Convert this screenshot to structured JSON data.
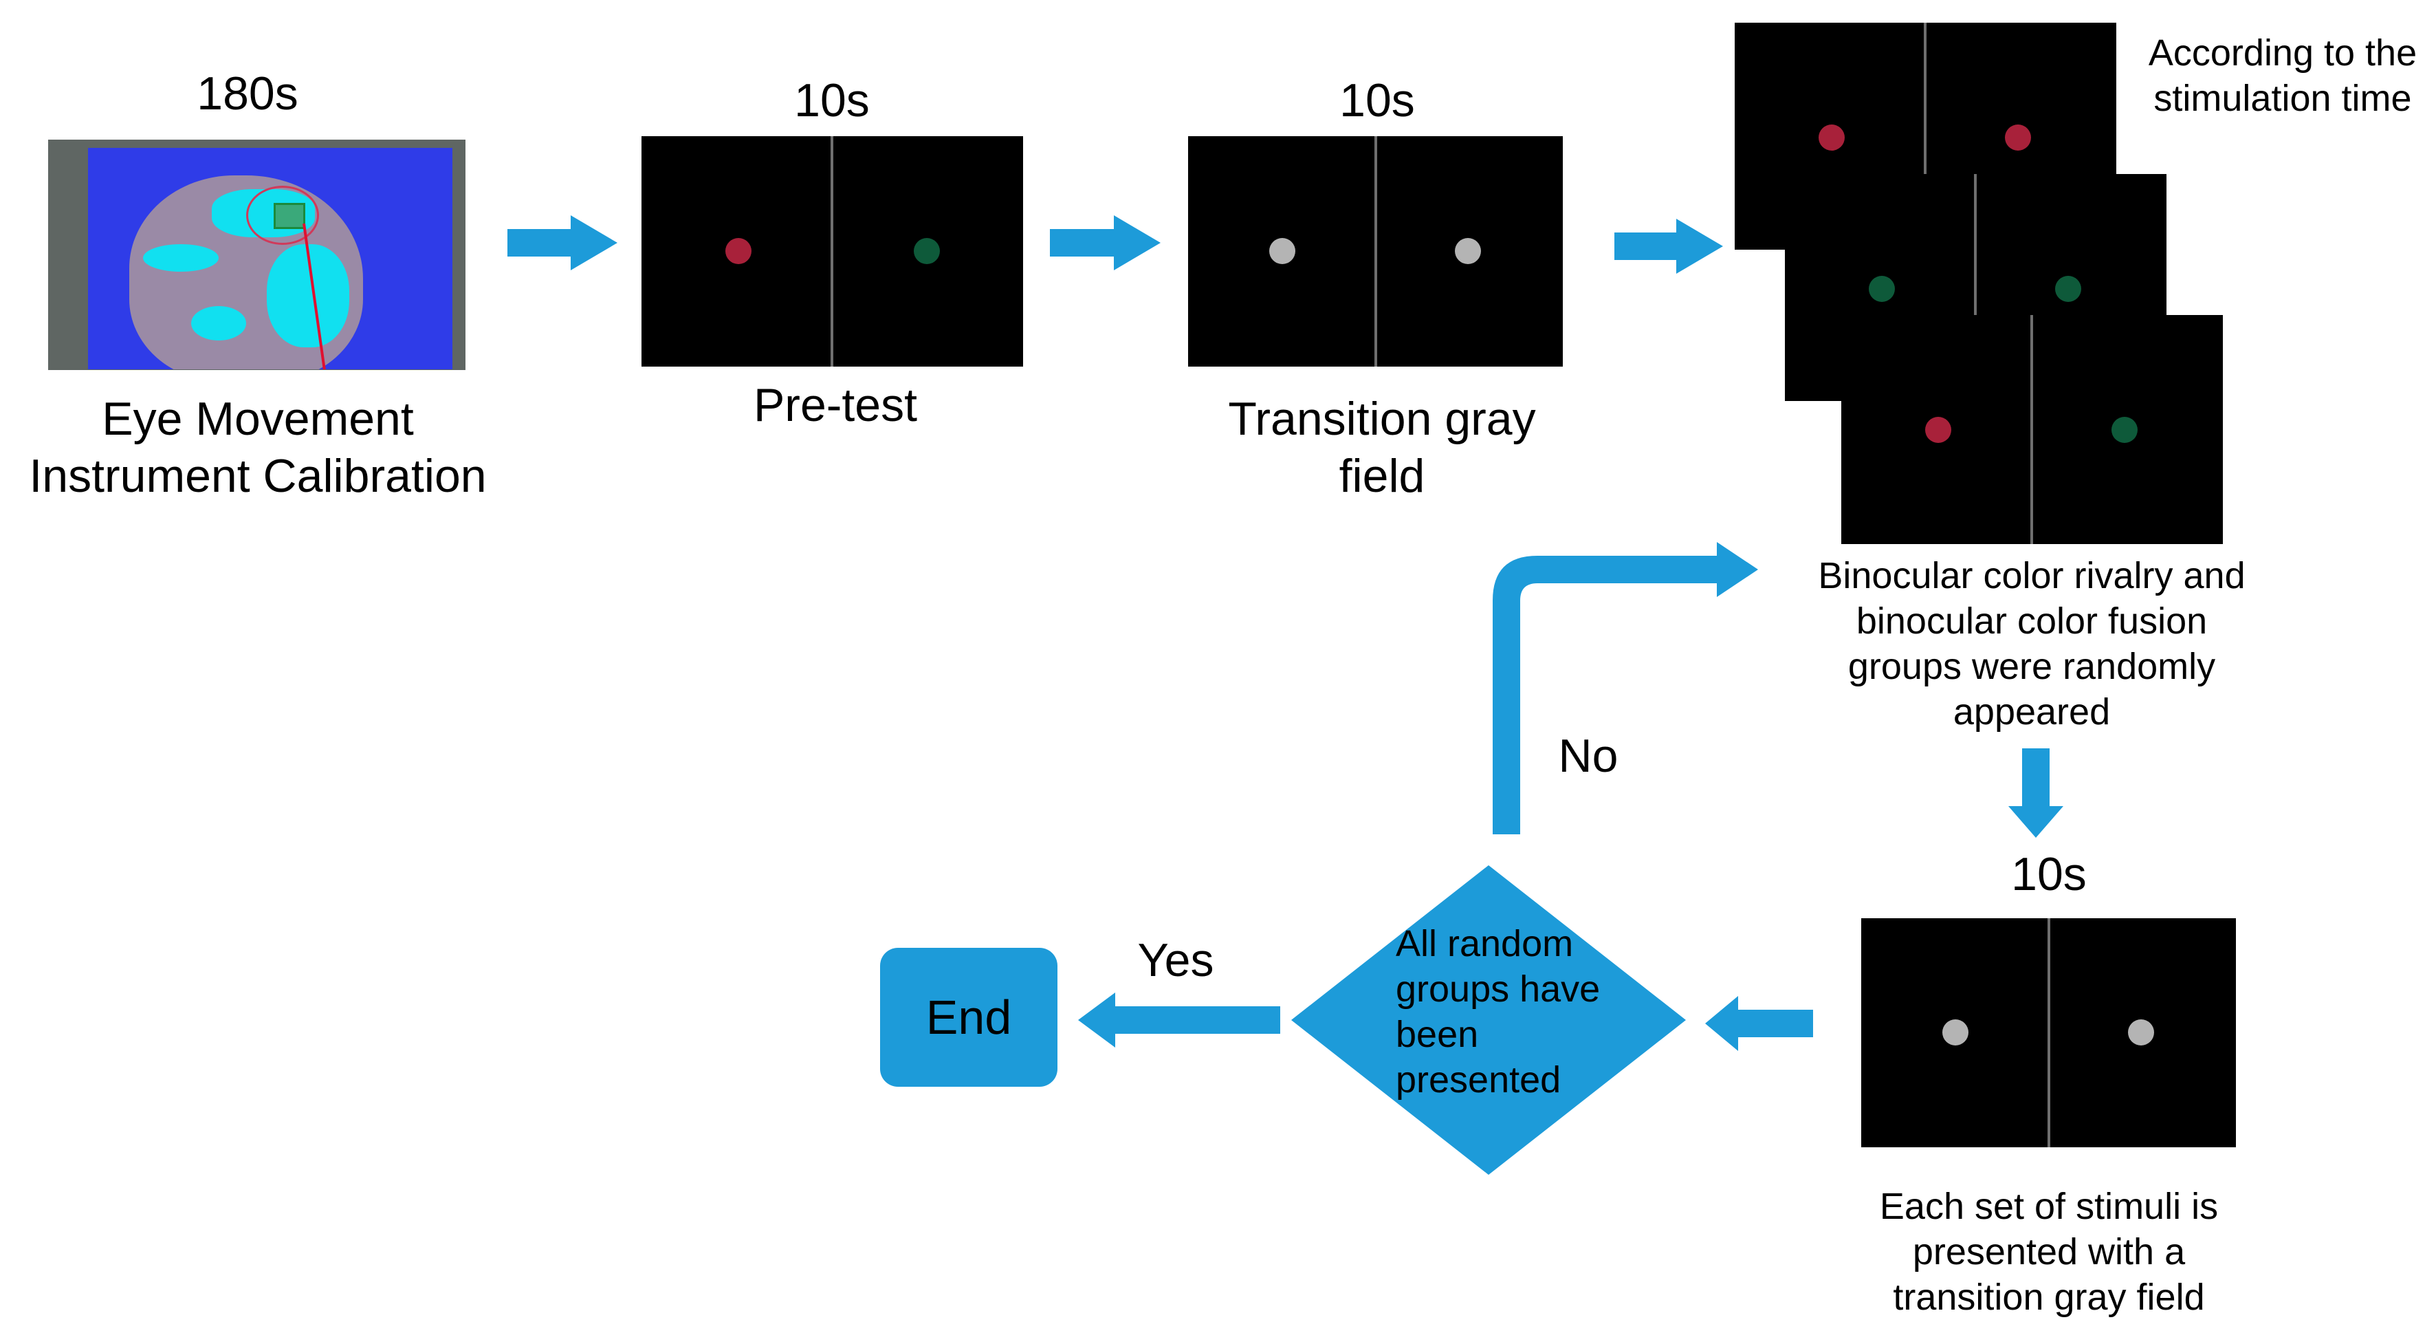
{
  "colors": {
    "arrow": "#1d9bd9",
    "screen": "#000000",
    "red_dot": "#a8213a",
    "green_dot": "#0e5a3a",
    "gray_dot": "#b4b4b4",
    "calib_background": "#2f3ce8",
    "calib_highlight": "#11e0f0"
  },
  "steps": {
    "calibration": {
      "time": "180s",
      "label_line1": "Eye Movement",
      "label_line2": "Instrument Calibration"
    },
    "pretest": {
      "time": "10s",
      "label": "Pre-test"
    },
    "transition": {
      "time": "10s",
      "label_line1": "Transition gray",
      "label_line2": "field"
    },
    "stimulation": {
      "note_line1": "According to the",
      "note_line2": "stimulation time",
      "label_line1": "Binocular color rivalry and",
      "label_line2": "binocular color fusion",
      "label_line3": "groups were randomly",
      "label_line4": "appeared"
    },
    "gray_field": {
      "time": "10s",
      "label_line1": "Each set of stimuli is",
      "label_line2": "presented with a",
      "label_line3": "transition gray field"
    },
    "decision": {
      "line1": "All random",
      "line2": "groups have",
      "line3": "been",
      "line4": "presented",
      "no_label": "No",
      "yes_label": "Yes"
    },
    "end": {
      "label": "End"
    }
  }
}
